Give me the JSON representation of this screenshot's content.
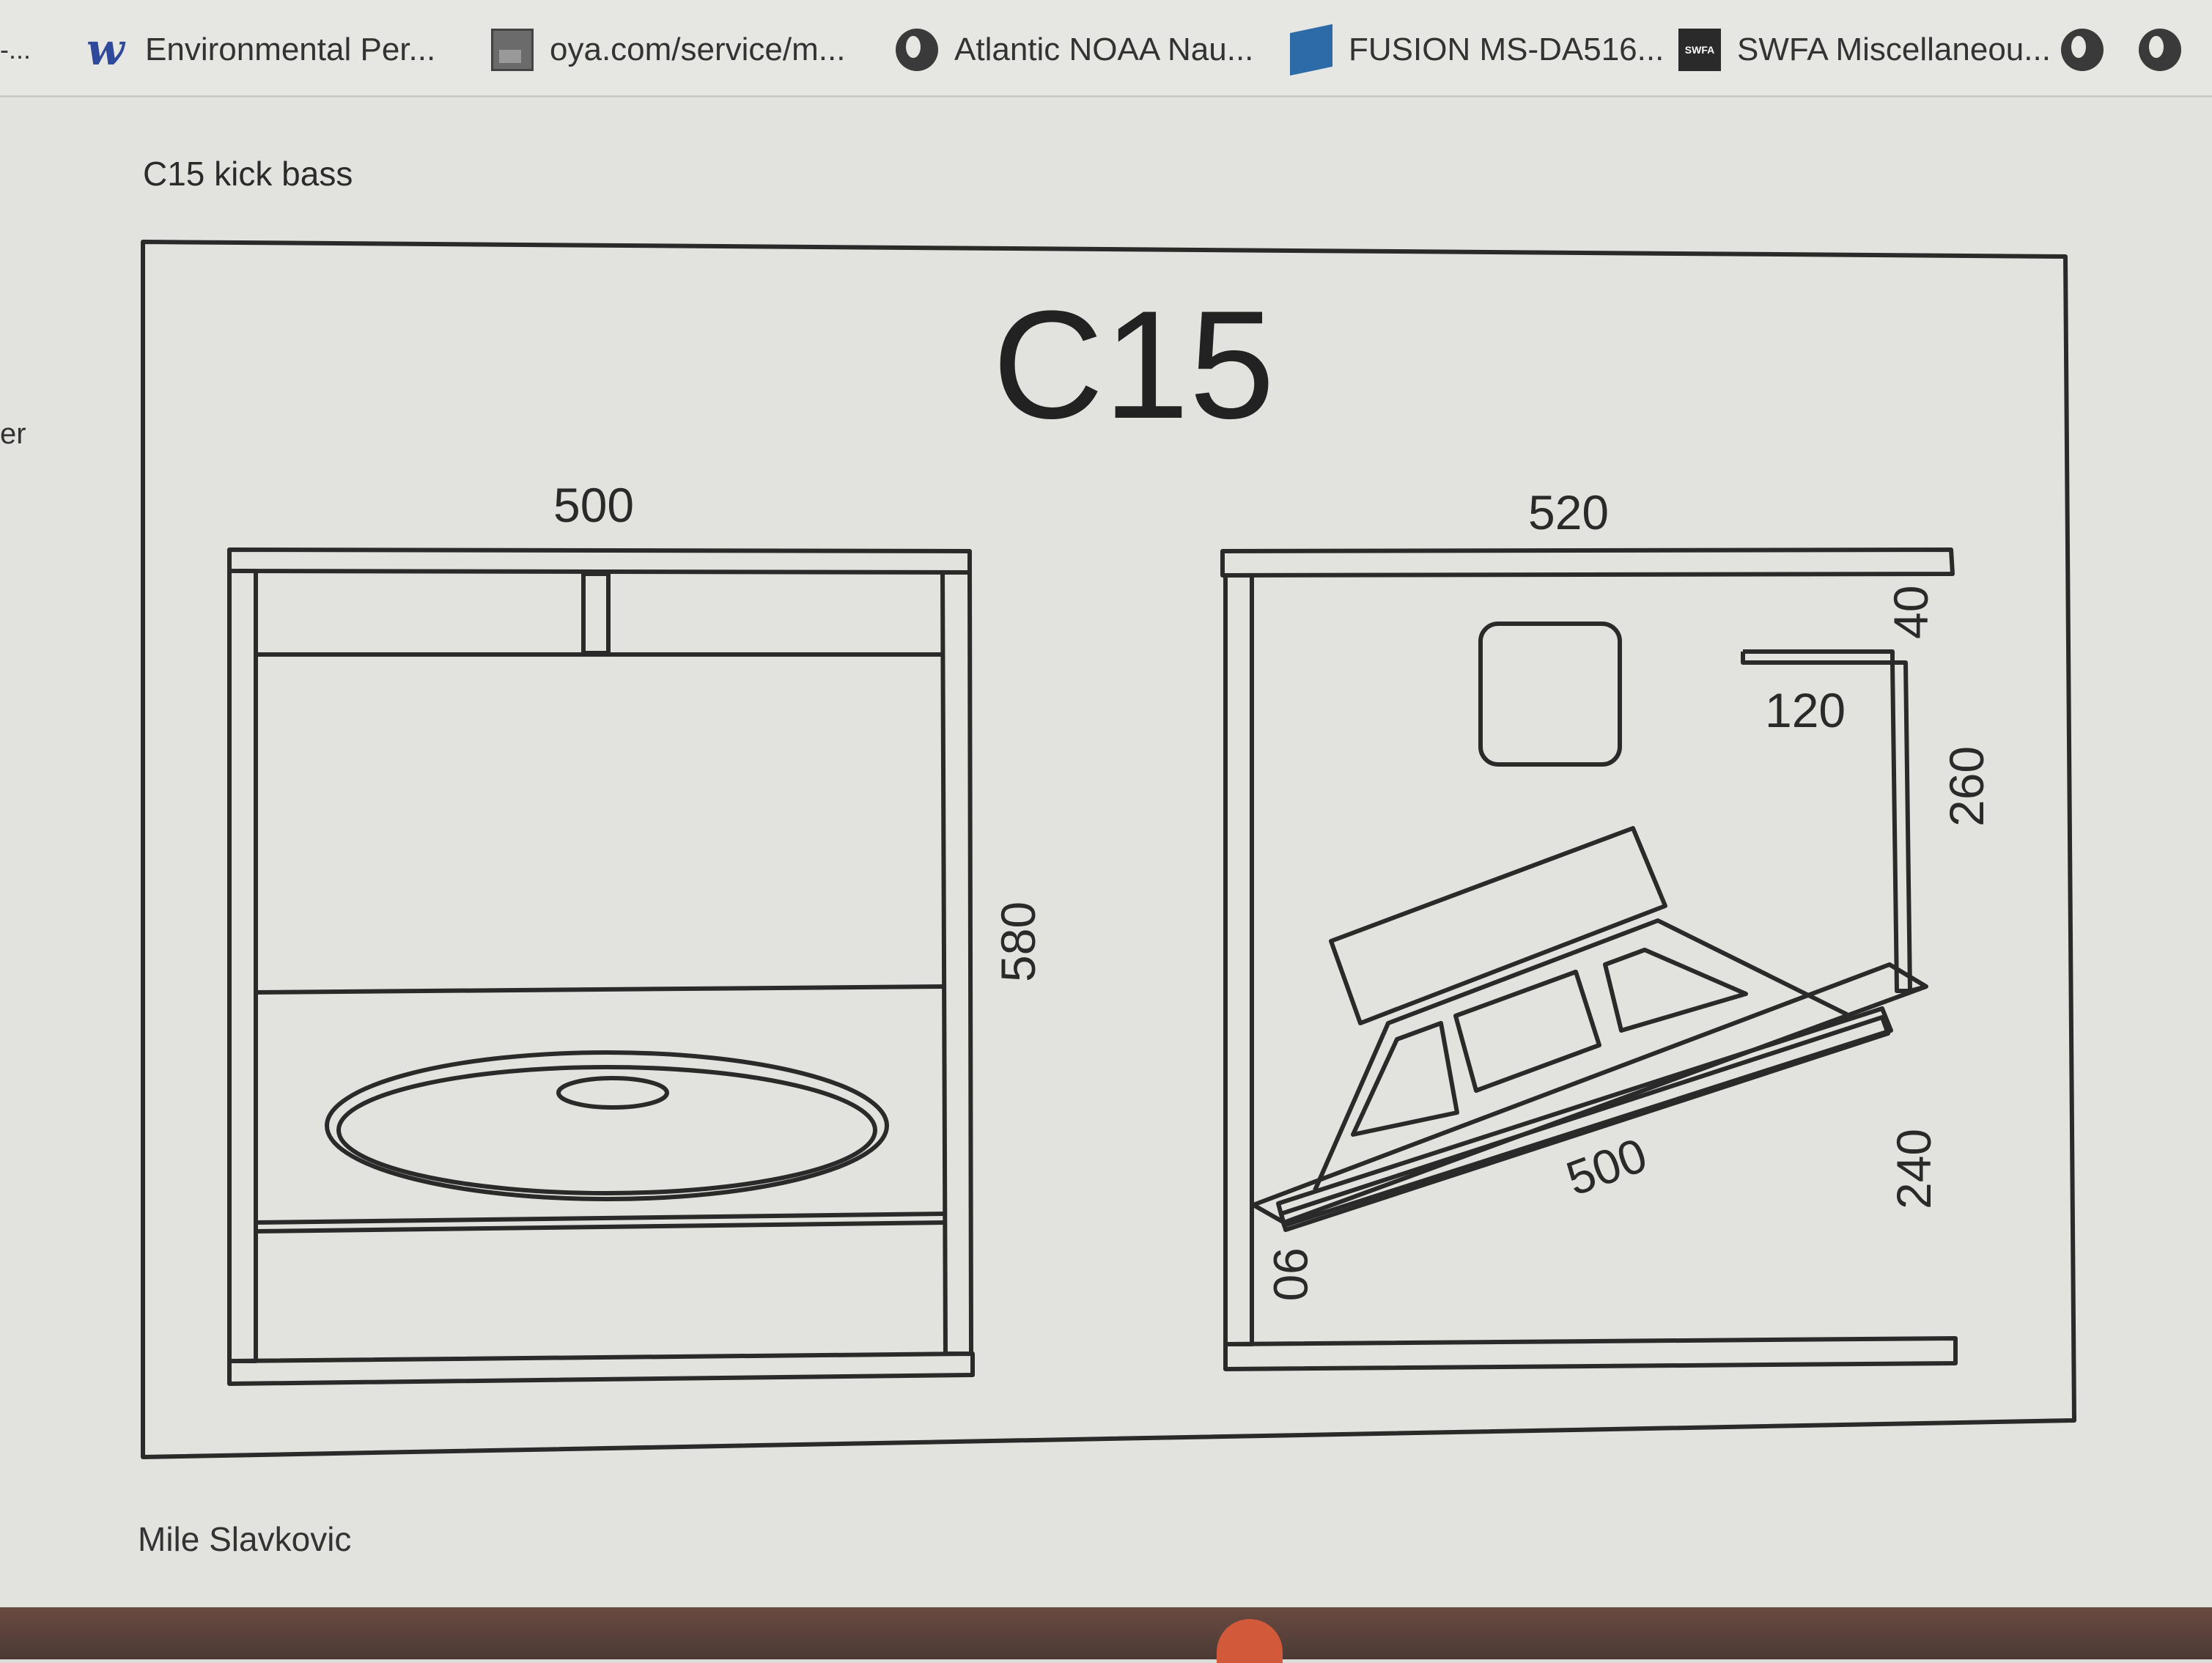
{
  "bookmarks": [
    {
      "label": "Environmental Per...",
      "icon": "w-icon"
    },
    {
      "label": "oya.com/service/m...",
      "icon": "image-icon"
    },
    {
      "label": "Atlantic NOAA Nau...",
      "icon": "globe-icon"
    },
    {
      "label": "FUSION MS-DA516...",
      "icon": "fusion-icon"
    },
    {
      "label": "SWFA Miscellaneou...",
      "icon": "swfa-icon"
    }
  ],
  "bookmarks_prefix": "-...",
  "bookmark_icon_badge": "SWFA",
  "page": {
    "heading": "C15 kick bass",
    "side_fragment": "er",
    "author": "Mile Slavkovic"
  },
  "drawing": {
    "title": "C15",
    "front_view": {
      "width": "500",
      "height": "580"
    },
    "side_view": {
      "width": "520",
      "dim_40": "40",
      "dim_120": "120",
      "dim_260": "260",
      "baffle_length": "500",
      "dim_240": "240",
      "dim_90": "90"
    }
  },
  "colors": {
    "line": "#2a2a2a",
    "paper": "#e2e2df",
    "bookmark_bar": "#e6e6e3"
  }
}
